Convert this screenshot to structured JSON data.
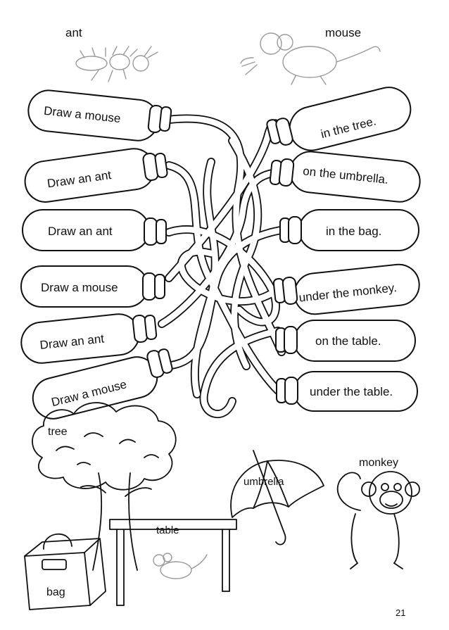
{
  "top_labels": {
    "ant": "ant",
    "mouse": "mouse"
  },
  "left_phrases": [
    "Draw a mouse",
    "Draw an ant",
    "Draw an ant",
    "Draw a mouse",
    "Draw an ant",
    "Draw a mouse"
  ],
  "right_phrases": [
    "in the tree.",
    "on the umbrella.",
    "in the bag.",
    "under the monkey.",
    "on the table.",
    "under the table."
  ],
  "picture_labels": {
    "tree": "tree",
    "umbrella": "umbrella",
    "monkey": "monkey",
    "table": "table",
    "bag": "bag"
  },
  "page_number": "21"
}
